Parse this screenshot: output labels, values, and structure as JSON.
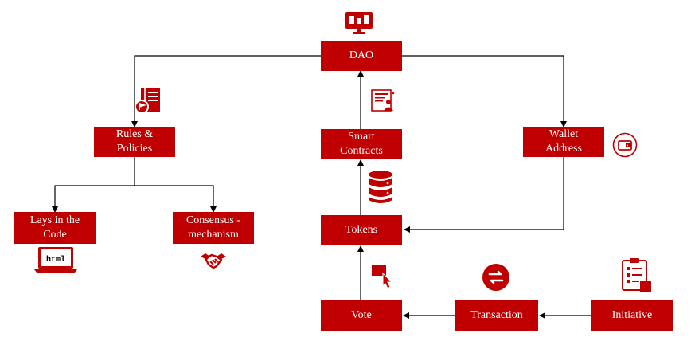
{
  "colors": {
    "node_fill": "#c00000",
    "node_text": "#ffffff",
    "connector": "#000000",
    "icon": "#c00000"
  },
  "nodes": {
    "dao": "DAO",
    "rules_policies": [
      "Rules &",
      "Policies"
    ],
    "smart_contracts": [
      "Smart",
      "Contracts"
    ],
    "wallet_address": [
      "Wallet",
      "Address"
    ],
    "lays_in_code": [
      "Lays in the",
      "Code"
    ],
    "consensus_mechanism": [
      "Consensus -",
      "mechanism"
    ],
    "tokens": "Tokens",
    "vote": "Vote",
    "transaction": "Transaction",
    "initiative": "Initiative"
  },
  "icons": {
    "dao": "monitor-dashboard-icon",
    "rules": "policy-book-icon",
    "contracts": "contract-document-icon",
    "wallet": "wallet-icon",
    "code": "laptop-html-icon",
    "consensus": "handshake-icon",
    "tokens": "database-icon",
    "vote": "vote-click-icon",
    "transaction": "exchange-arrows-icon",
    "initiative": "clipboard-checklist-icon",
    "code_label": "html"
  }
}
